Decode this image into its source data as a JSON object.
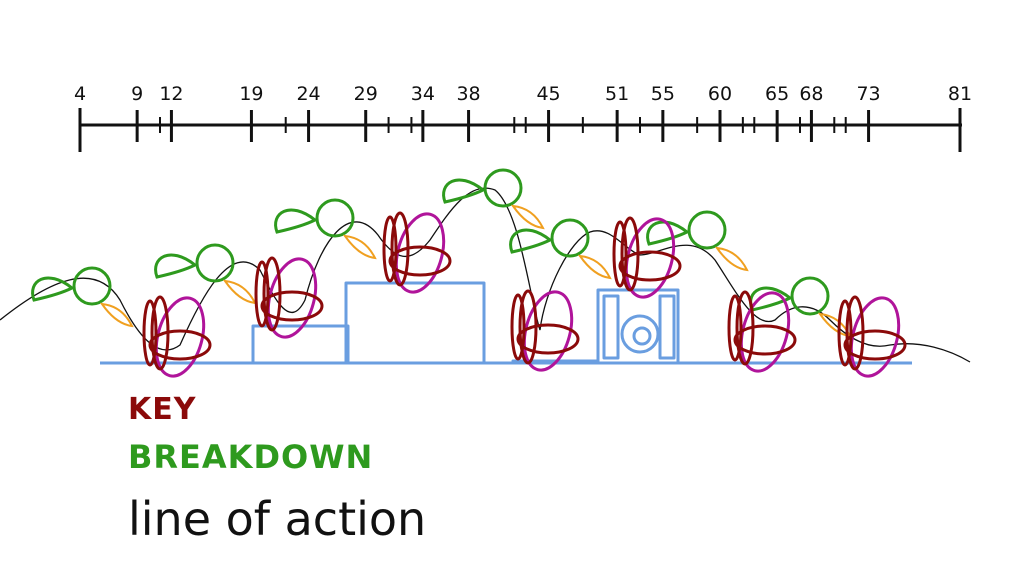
{
  "timeline": {
    "frames": [
      4,
      9,
      12,
      19,
      24,
      29,
      34,
      38,
      45,
      51,
      55,
      60,
      65,
      68,
      73,
      81
    ],
    "labels": [
      "4",
      "9",
      "12",
      "19",
      "24",
      "29",
      "34",
      "38",
      "45",
      "51",
      "55",
      "60",
      "65",
      "68",
      "73",
      "81"
    ]
  },
  "scene": {
    "key_poses": [
      4,
      24,
      34,
      45,
      55,
      65,
      73
    ],
    "breakdown_poses": [
      9,
      29,
      38,
      51,
      68
    ]
  },
  "legend": {
    "key": "KEY",
    "breakdown": "BREAKDOWN",
    "line_of_action": "line of action"
  },
  "colors": {
    "key": "#8b0a0a",
    "breakdown": "#2e9a1e",
    "line_of_action": "#111111",
    "petals": "#b0149a",
    "inbetween": "#f0a020",
    "props": "#6a9ee0",
    "timeline": "#111111"
  }
}
